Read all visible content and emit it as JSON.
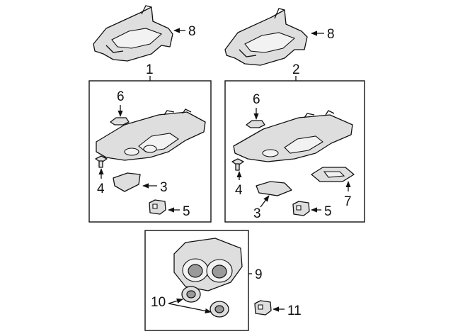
{
  "callouts": {
    "c1": "1",
    "c2": "2",
    "c3a": "3",
    "c3b": "3",
    "c4a": "4",
    "c4b": "4",
    "c5a": "5",
    "c5b": "5",
    "c6a": "6",
    "c6b": "6",
    "c7": "7",
    "c8a": "8",
    "c8b": "8",
    "c9": "9",
    "c10": "10",
    "c11": "11"
  },
  "colors": {
    "line": "#111111",
    "part_fill": "#dedede",
    "background": "#ffffff"
  }
}
